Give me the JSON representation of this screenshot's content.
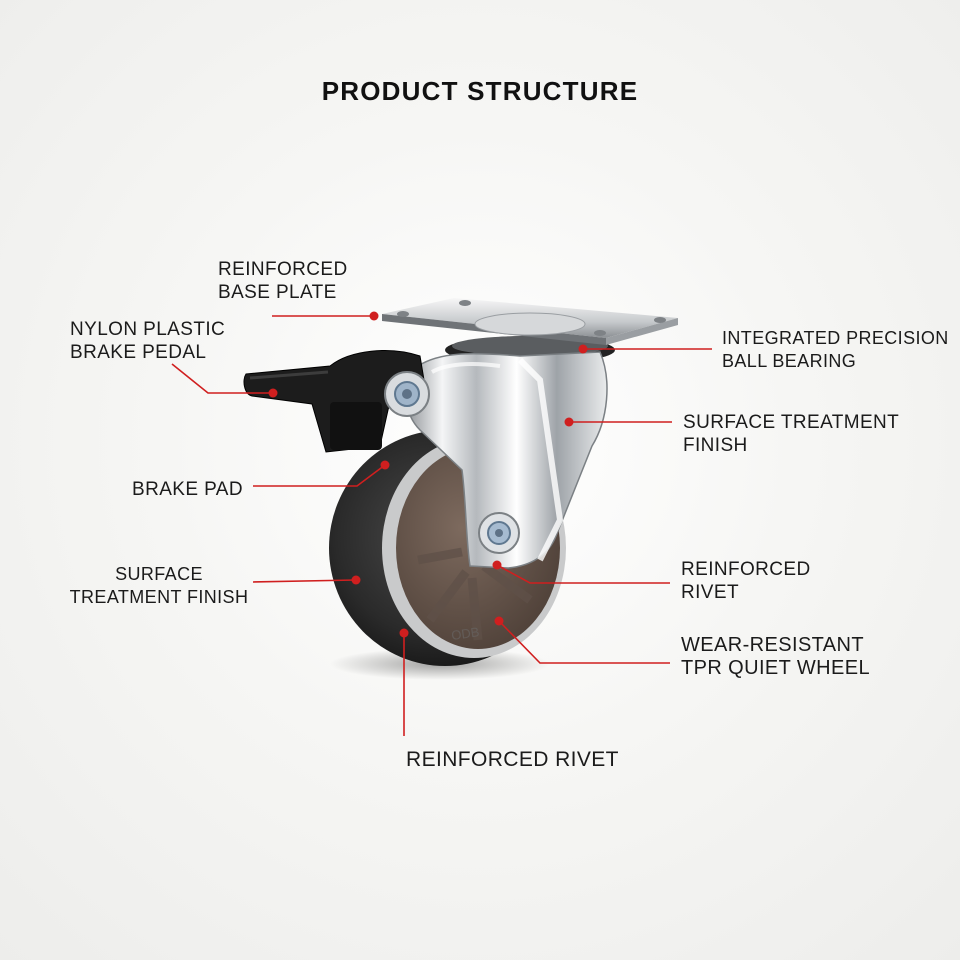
{
  "title": "PRODUCT STRUCTURE",
  "accent_color": "#d01f1f",
  "wheel_marking": "ODB",
  "callouts": {
    "base_plate": {
      "lines": [
        "REINFORCED",
        "BASE PLATE"
      ]
    },
    "brake_pedal": {
      "lines": [
        "NYLON PLASTIC",
        "BRAKE PEDAL"
      ]
    },
    "brake_pad": {
      "lines": [
        "BRAKE PAD"
      ]
    },
    "surface_left": {
      "lines": [
        "SURFACE",
        "TREATMENT FINISH"
      ]
    },
    "bottom_rivet": {
      "lines": [
        "REINFORCED RIVET"
      ]
    },
    "ball_bearing": {
      "lines": [
        "INTEGRATED PRECISION",
        "BALL BEARING"
      ]
    },
    "surface_right": {
      "lines": [
        "SURFACE TREATMENT",
        "FINISH"
      ]
    },
    "rivet_right": {
      "lines": [
        "REINFORCED",
        "RIVET"
      ]
    },
    "wheel": {
      "lines": [
        "WEAR-RESISTANT",
        "TPR QUIET WHEEL"
      ]
    }
  }
}
